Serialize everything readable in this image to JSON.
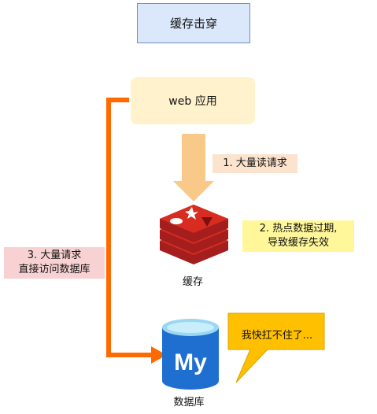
{
  "title": "缓存击穿",
  "web_app": "web 应用",
  "step1": "1. 大量读请求",
  "step2": [
    "2. 热点数据过期,",
    "导致缓存失效"
  ],
  "step3": [
    "3. 大量请求",
    "直接访问数据库"
  ],
  "cache_label": "缓存",
  "database_label": "数据库",
  "speech": "我快扛不住了...",
  "db_logo_text": "My",
  "colors": {
    "title_bg": "#dbe8fb",
    "web_bg": "#fff2cc",
    "read_arrow": "#f9c98a",
    "direct_arrow": "#ff6a00",
    "redis_red": "#c8211f",
    "mysql_blue": "#1e6fd0",
    "speech_bg": "#ffc000"
  }
}
